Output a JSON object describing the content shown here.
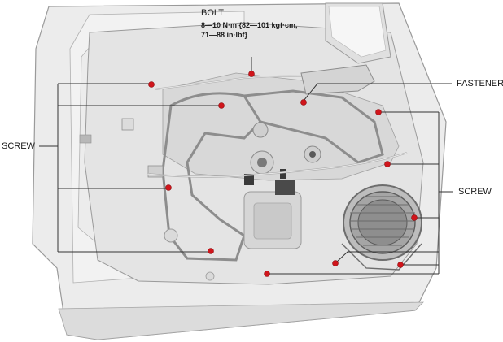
{
  "callouts": {
    "bolt": {
      "name": "BOLT",
      "spec_line1": "8—10 N·m {82—101 kgf·cm,",
      "spec_line2": "71—88 in·lbf}"
    },
    "fastener": {
      "name": "FASTENER"
    },
    "screw_left": {
      "name": "SCREW"
    },
    "screw_right": {
      "name": "SCREW"
    }
  },
  "colors": {
    "marker": "#d0151b",
    "leader_line": "#333333",
    "panel_fill": "#e4e4e4",
    "panel_outline": "#9a9a9a",
    "background": "#ffffff"
  }
}
